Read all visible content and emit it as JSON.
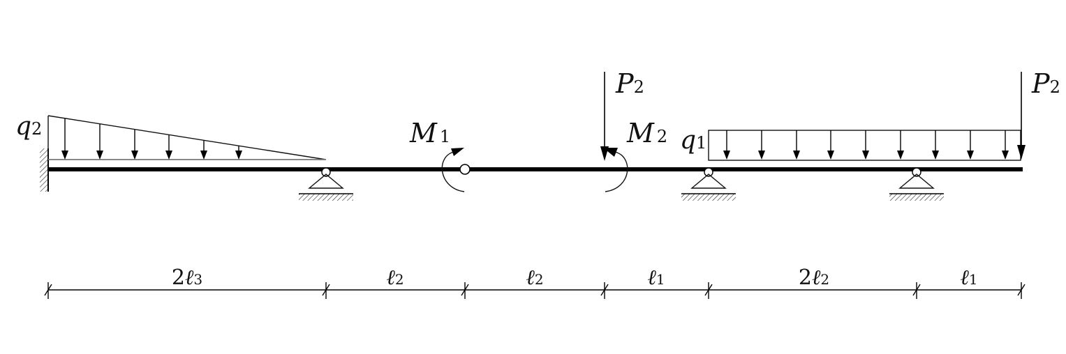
{
  "loads": {
    "q2": {
      "symbol": "q",
      "index": "2"
    },
    "q1": {
      "symbol": "q",
      "index": "1"
    },
    "M1": {
      "symbol": "M",
      "index": "1"
    },
    "M2": {
      "symbol": "M",
      "index": "2"
    },
    "P2_mid": {
      "symbol": "P",
      "index": "2"
    },
    "P2_end": {
      "symbol": "P",
      "index": "2"
    }
  },
  "dimensions": [
    {
      "coef": "2",
      "symbol": "ℓ",
      "index": "3"
    },
    {
      "coef": "",
      "symbol": "ℓ",
      "index": "2"
    },
    {
      "coef": "",
      "symbol": "ℓ",
      "index": "2"
    },
    {
      "coef": "",
      "symbol": "ℓ",
      "index": "1"
    },
    {
      "coef": "2",
      "symbol": "ℓ",
      "index": "2"
    },
    {
      "coef": "",
      "symbol": "ℓ",
      "index": "1"
    }
  ]
}
